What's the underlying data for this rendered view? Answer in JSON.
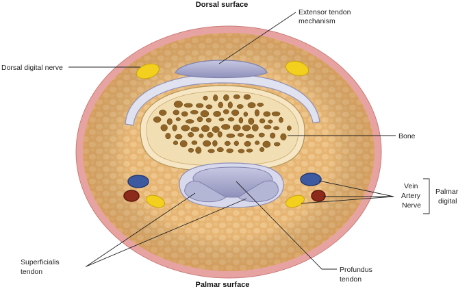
{
  "titles": {
    "top": "Dorsal surface",
    "bottom": "Palmar surface"
  },
  "labels": {
    "extensor_line1": "Extensor tendon",
    "extensor_line2": "mechanism",
    "dorsal_digital_nerve": "Dorsal digital nerve",
    "bone": "Bone",
    "vein": "Vein",
    "artery": "Artery",
    "nerve": "Nerve",
    "palmar_digital_line1": "Palmar",
    "palmar_digital_line2": "digital",
    "superficialis_line1": "Superficialis",
    "superficialis_line2": "tendon",
    "profundus_line1": "Profundus",
    "profundus_line2": "tendon"
  },
  "colors": {
    "skin": "#e7a3a1",
    "fat": "#e6b574",
    "bone": "#f1deb3",
    "marrow": "#8f6426",
    "tendon": "#a9abcd",
    "nerve": "#f3cf1e",
    "vein": "#3d5aa0",
    "artery": "#8c2a1c"
  }
}
